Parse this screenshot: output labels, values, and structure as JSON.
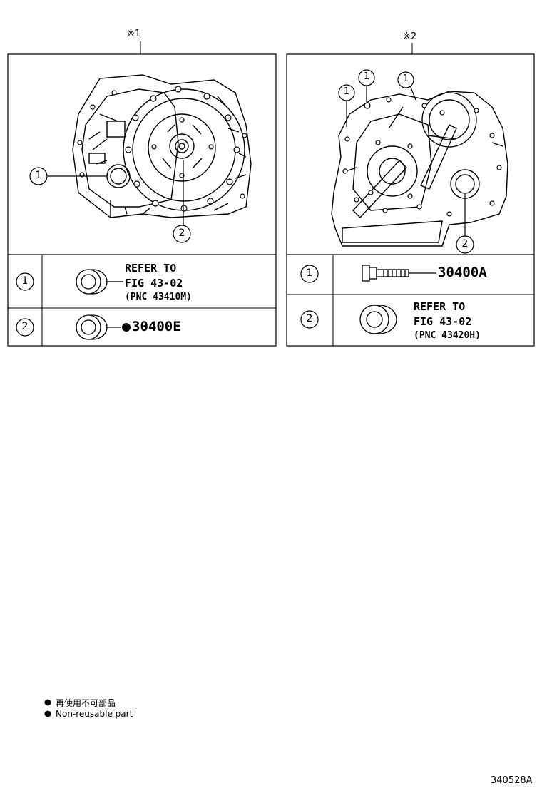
{
  "panels": [
    {
      "label": "※1",
      "callouts": [
        "1",
        "2"
      ],
      "rows": [
        {
          "index": "1",
          "refer": [
            "REFER TO",
            "FIG 43-02"
          ],
          "pnc": "(PNC 43410M)"
        },
        {
          "index": "2",
          "part_number": "30400E",
          "non_reusable": true
        }
      ]
    },
    {
      "label": "※2",
      "callouts": [
        "1",
        "1",
        "1",
        "2"
      ],
      "rows": [
        {
          "index": "1",
          "part_number": "30400A",
          "non_reusable": false
        },
        {
          "index": "2",
          "refer": [
            "REFER TO",
            "FIG 43-02"
          ],
          "pnc": "(PNC 43420H)"
        }
      ]
    }
  ],
  "legend": {
    "symbol": "●",
    "japanese": "再使用不可部品",
    "english": "Non-reusable part"
  },
  "diagram_code": "340528A"
}
